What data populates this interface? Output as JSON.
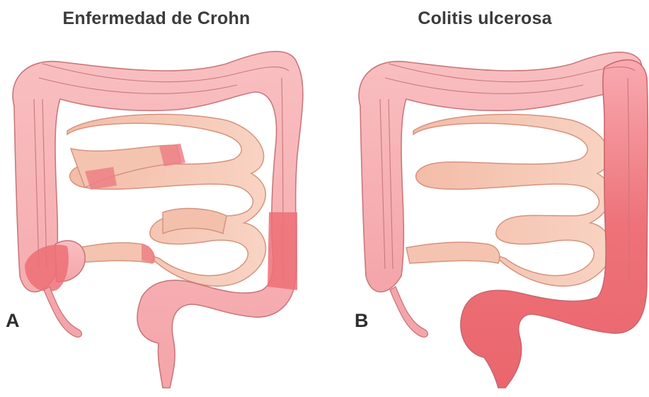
{
  "panels": [
    {
      "title": "Enfermedad de Crohn",
      "label": "A"
    },
    {
      "title": "Colitis ulcerosa",
      "label": "B"
    }
  ],
  "colors": {
    "colon": "#f7b3b6",
    "colon_stroke": "#c9777b",
    "small_intestine": "#f6c7b4",
    "inflamed": "#ec6f73"
  }
}
